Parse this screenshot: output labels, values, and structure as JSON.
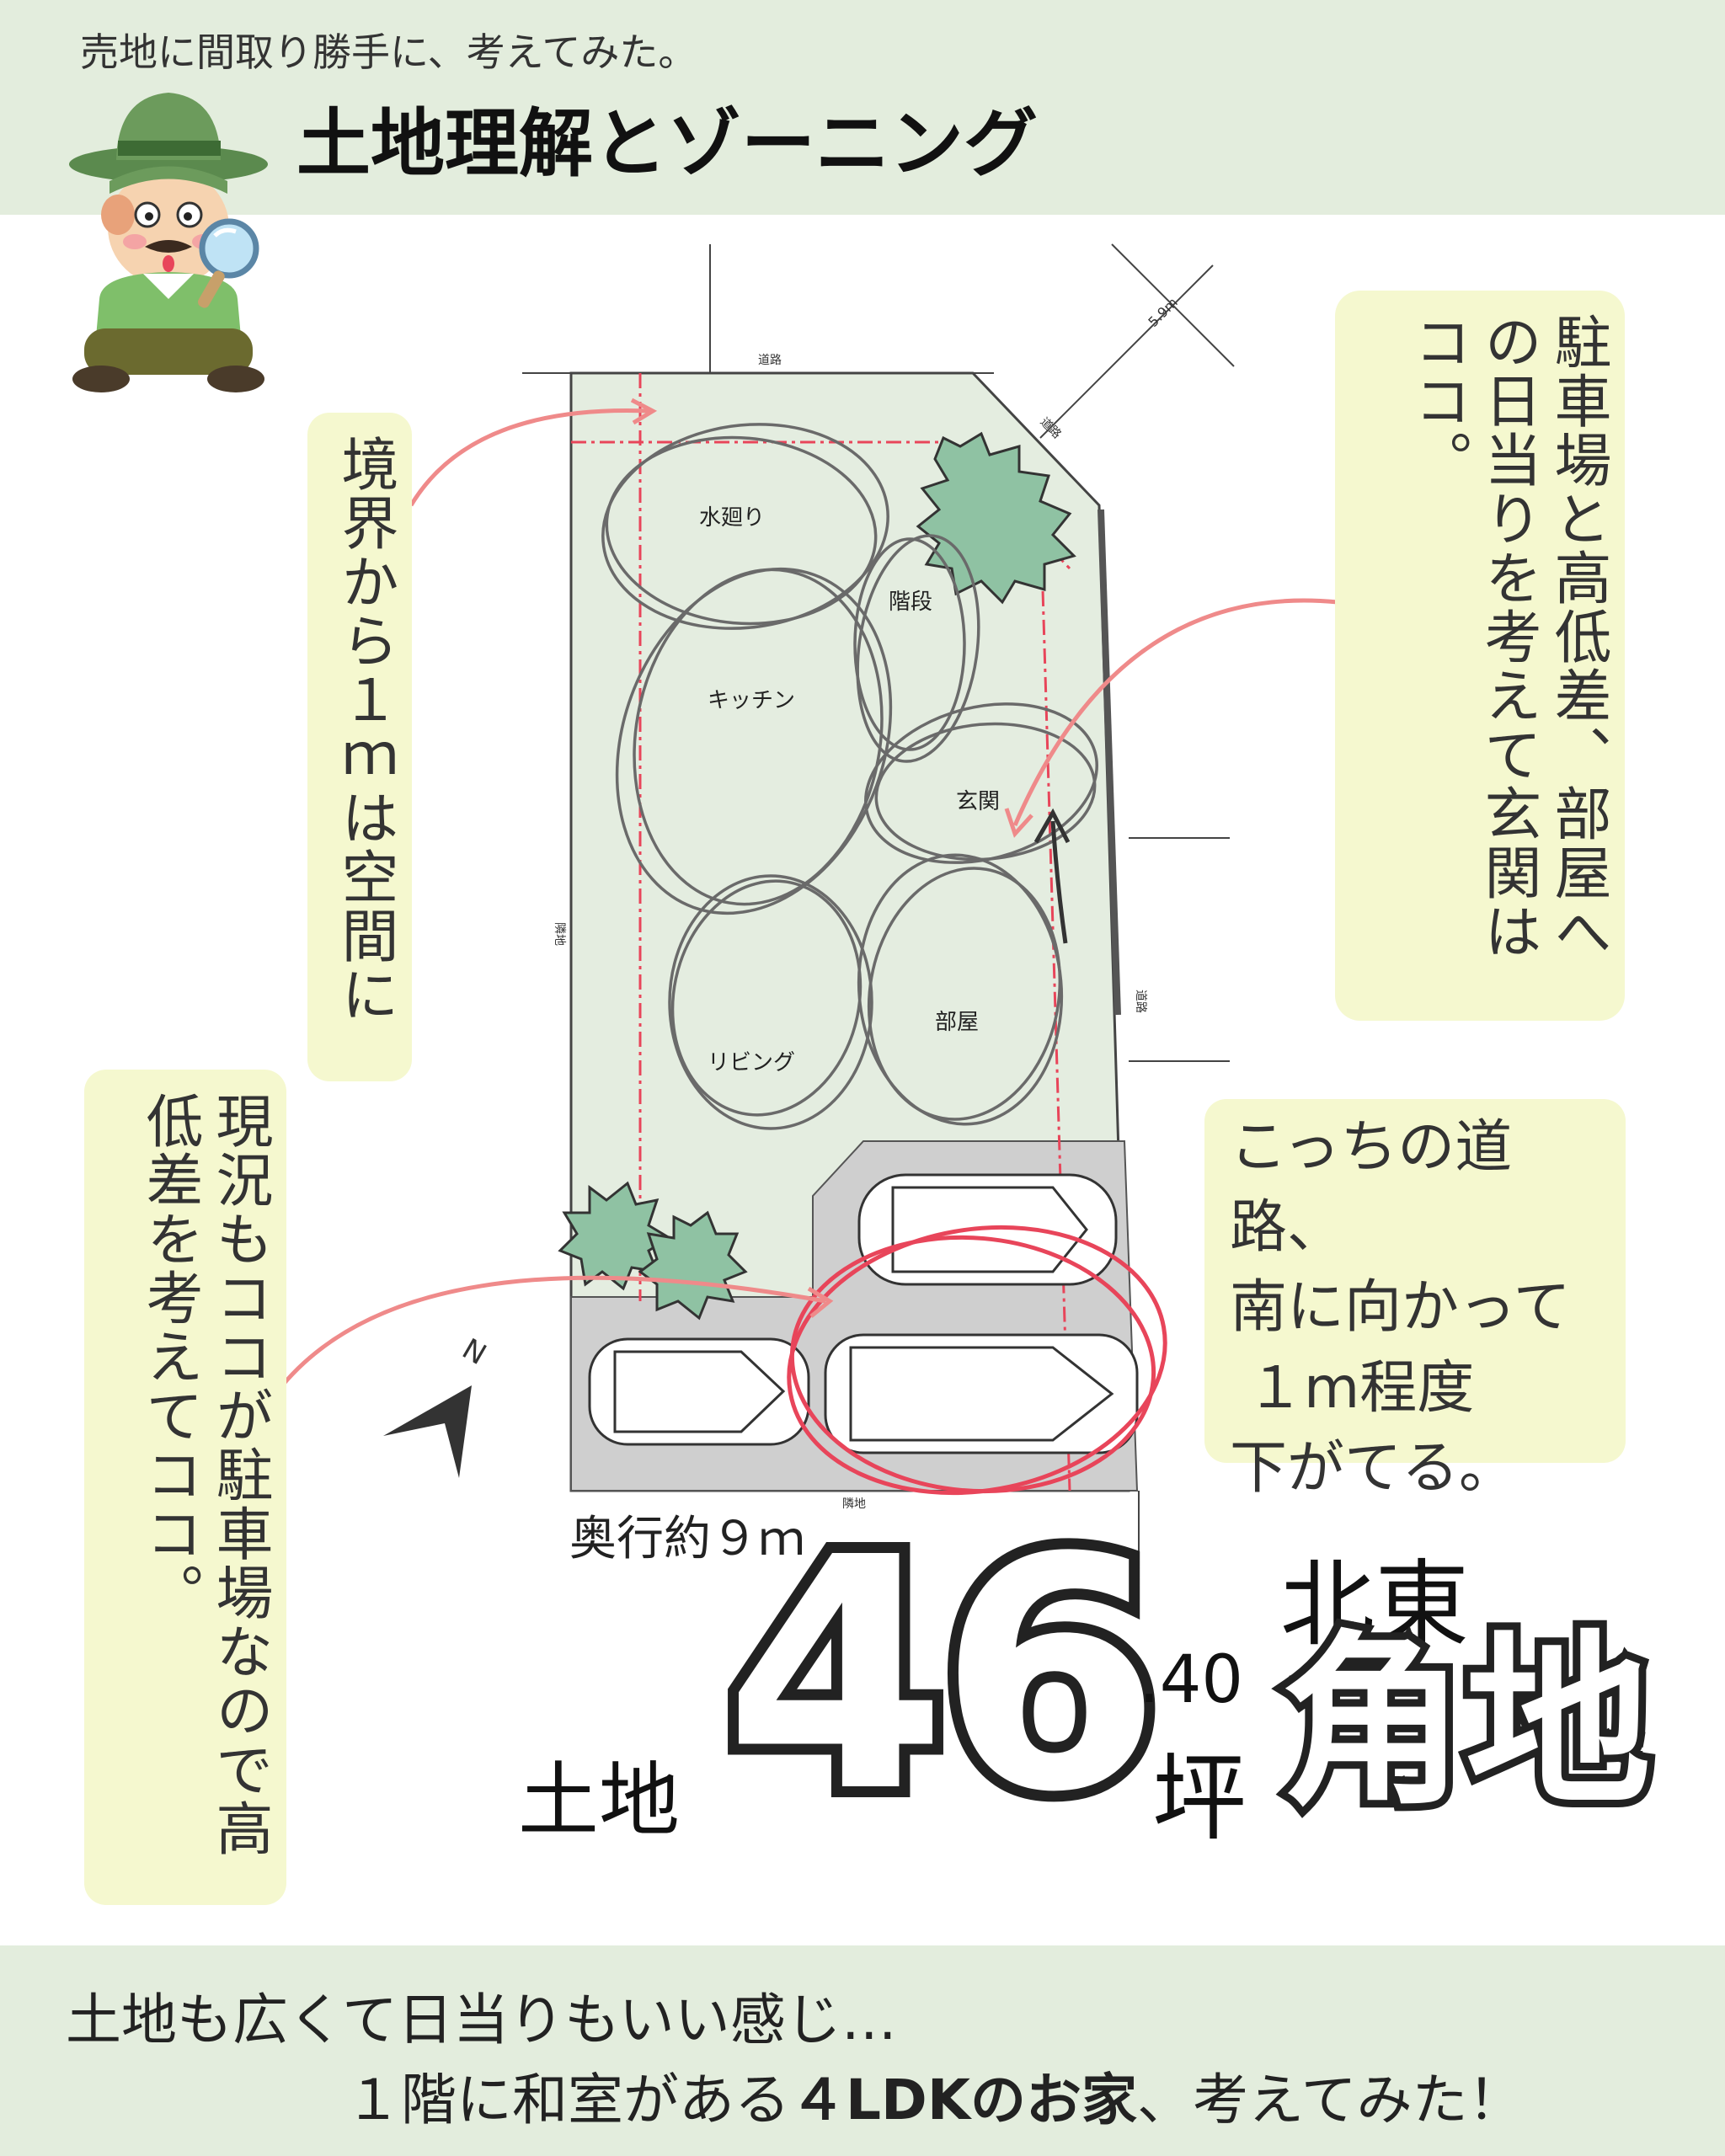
{
  "header": {
    "subtitle": "売地に間取り勝手に、考えてみた。",
    "title": "土地理解とゾーニング"
  },
  "plan": {
    "road_top_label": "道路",
    "road_corner_label": "道路",
    "road_right_label": "道路",
    "road_width": "5.9m",
    "neighbor_left_label": "隣地",
    "neighbor_bottom_label": "隣地",
    "north_label": "N",
    "zones": {
      "water": "水廻り",
      "stairs": "階段",
      "kitchen": "キッチン",
      "entrance": "玄関",
      "living": "リビング",
      "room": "部屋"
    },
    "depth_label": "奥行約９ｍ"
  },
  "notes": {
    "boundary": "境界から１ｍは空間に",
    "entrance": "駐車場と高低差、部屋への日当りを考えて玄関はココ。",
    "parking": "現況もココが駐車場なので高低差を考えてココ。",
    "road_slope": [
      "こっちの道路、",
      "南に向かって",
      "１m程度",
      "下がてる。"
    ]
  },
  "summary": {
    "tochi": "土地",
    "area_int": "46",
    "area_dec": ".40",
    "unit": "坪",
    "direction": "北東",
    "corner": "角地"
  },
  "footer": {
    "line1": "土地も広くて日当りもいい感じ…",
    "line2_pre": "１階に和室がある",
    "line2_bold": "４LDKのお家",
    "line2_post": "、考えてみた！"
  },
  "colors": {
    "band": "#e3eddd",
    "note_bg": "#f5f8cf",
    "lot": "#e4ede0",
    "parking": "#cfcfcf",
    "red": "#e8455a",
    "pink_arrow": "#ef8a8a",
    "tree": "#8fc2a3"
  }
}
